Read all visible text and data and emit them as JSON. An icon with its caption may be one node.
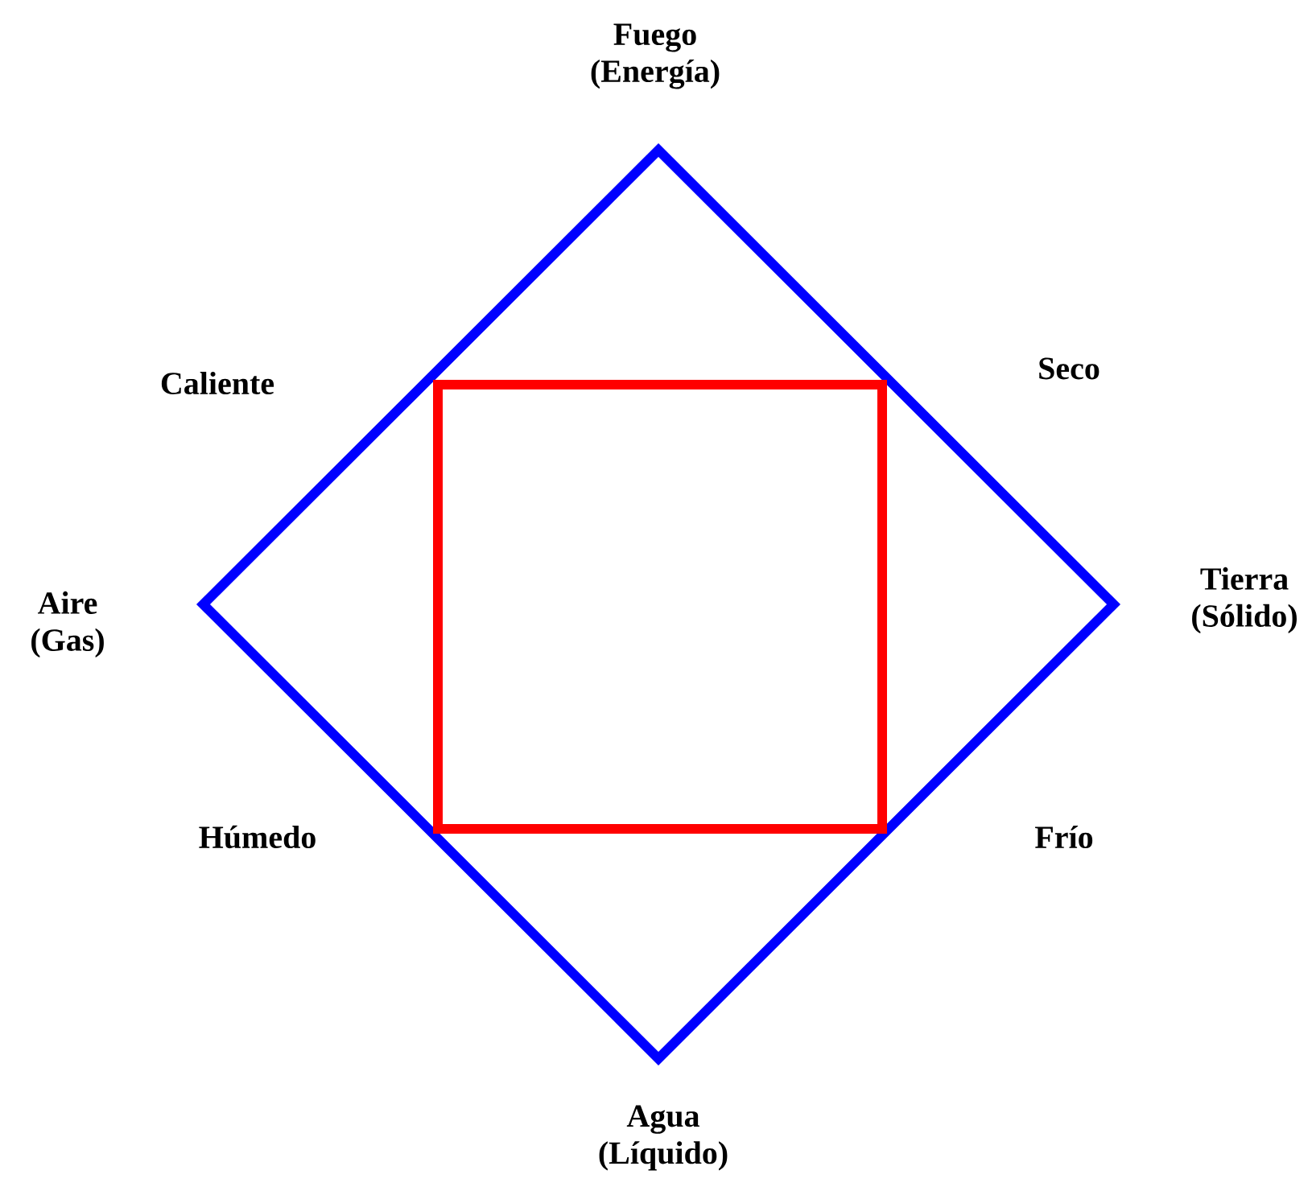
{
  "diagram": {
    "nodes": [
      {
        "text": [],
        "shape": "diamond"
      },
      {
        "text": [],
        "shape": "box",
        "in": 0
      }
    ],
    "labels": [
      "Fuego (Energía)",
      "Caliente",
      "Seco",
      "Aire (Gas)",
      "Tierra (Sólido)",
      "Húmedo",
      "Frío",
      "Agua (Líquido)"
    ]
  }
}
